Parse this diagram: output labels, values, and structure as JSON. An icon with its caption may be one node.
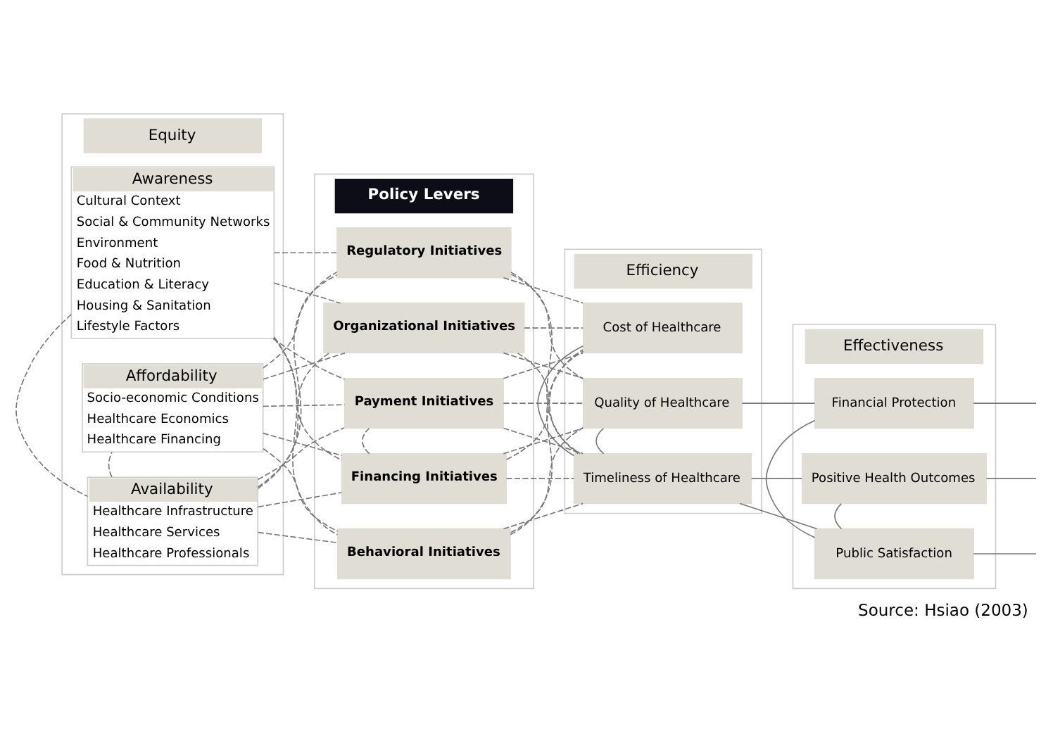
{
  "diagram": {
    "caption": "Source: Hsiao (2003)",
    "nodes": [
      {
        "text": [
          "Equity"
        ]
      },
      {
        "text": [
          "Awareness",
          "Cultural Context",
          "Social & Community Networks",
          "Environment",
          "Food & Nutrition",
          "Education & Literacy",
          "Housing & Sanitation",
          "Lifestyle Factors"
        ],
        "in": 0
      },
      {
        "text": [
          "Availability",
          "Healthcare Infrastructure",
          "Healthcare Services",
          "Healthcare Professionals"
        ],
        "in": 0
      },
      {
        "text": [
          "Affordability",
          "Socio-economic Conditions",
          "Healthcare Economics",
          "Healthcare Financing"
        ],
        "in": 0
      },
      {
        "text": [
          "Policy Levers"
        ]
      },
      {
        "text": [
          "Financing Initiatives"
        ],
        "in": 4
      },
      {
        "text": [
          "Payment Initiatives"
        ],
        "in": 4
      },
      {
        "text": [
          "Organizational Initiatives"
        ],
        "in": 4
      },
      {
        "text": [
          "Regulatory Initiatives"
        ],
        "in": 4
      },
      {
        "text": [
          "Behavioral Initiatives"
        ],
        "in": 4
      },
      {
        "text": [
          "Efficiency"
        ]
      },
      {
        "text": [
          "Cost of Healthcare"
        ],
        "in": 10
      },
      {
        "text": [
          "Timeliness of Healthcare"
        ],
        "in": 10
      },
      {
        "text": [
          "Quality of Healthcare"
        ],
        "in": 10
      },
      {
        "text": [
          "Effectiveness"
        ]
      },
      {
        "text": [
          "Positive Health Outcomes"
        ],
        "in": 14
      },
      {
        "text": [
          "Public Satisfaction"
        ],
        "in": 14
      },
      {
        "text": [
          "Financial Protection"
        ],
        "in": 14
      }
    ],
    "edges": [
      {
        "from": 1,
        "to": 2,
        "arrow": "none",
        "style": "dashed"
      },
      {
        "from": 2,
        "to": 3,
        "arrow": "none",
        "style": "dashed"
      },
      {
        "from": 1,
        "to": 5,
        "arrow": "none",
        "style": "dashed"
      },
      {
        "from": 1,
        "to": 6,
        "arrow": "none",
        "style": "dashed"
      },
      {
        "from": 1,
        "to": 7,
        "arrow": "none",
        "style": "dashed"
      },
      {
        "from": 1,
        "to": 8,
        "arrow": "none",
        "style": "dashed"
      },
      {
        "from": 1,
        "to": 9,
        "arrow": "none",
        "style": "dashed"
      },
      {
        "from": 2,
        "to": 5,
        "arrow": "none",
        "style": "dashed"
      },
      {
        "from": 2,
        "to": 6,
        "arrow": "none",
        "style": "dashed"
      },
      {
        "from": 2,
        "to": 7,
        "arrow": "none",
        "style": "dashed"
      },
      {
        "from": 2,
        "to": 8,
        "arrow": "none",
        "style": "dashed"
      },
      {
        "from": 2,
        "to": 9,
        "arrow": "none",
        "style": "dashed"
      },
      {
        "from": 3,
        "to": 5,
        "arrow": "none",
        "style": "dashed"
      },
      {
        "from": 3,
        "to": 6,
        "arrow": "none",
        "style": "dashed"
      },
      {
        "from": 3,
        "to": 7,
        "arrow": "none",
        "style": "dashed"
      },
      {
        "from": 3,
        "to": 8,
        "arrow": "none",
        "style": "dashed"
      },
      {
        "from": 3,
        "to": 9,
        "arrow": "none",
        "style": "dashed"
      },
      {
        "from": 5,
        "to": 6,
        "arrow": "none",
        "style": "dashed"
      },
      {
        "from": 5,
        "to": 11,
        "arrow": "none",
        "style": "dashed"
      },
      {
        "from": 5,
        "to": 12,
        "arrow": "none",
        "style": "dashed"
      },
      {
        "from": 5,
        "to": 13,
        "arrow": "none",
        "style": "dashed"
      },
      {
        "from": 6,
        "to": 11,
        "arrow": "none",
        "style": "dashed"
      },
      {
        "from": 6,
        "to": 12,
        "arrow": "none",
        "style": "dashed"
      },
      {
        "from": 6,
        "to": 13,
        "arrow": "none",
        "style": "dashed"
      },
      {
        "from": 7,
        "to": 11,
        "arrow": "none",
        "style": "dashed"
      },
      {
        "from": 7,
        "to": 12,
        "arrow": "none",
        "style": "dashed"
      },
      {
        "from": 7,
        "to": 13,
        "arrow": "none",
        "style": "dashed"
      },
      {
        "from": 8,
        "to": 11,
        "arrow": "none",
        "style": "dashed"
      },
      {
        "from": 8,
        "to": 12,
        "arrow": "none",
        "style": "dashed"
      },
      {
        "from": 8,
        "to": 13,
        "arrow": "none",
        "style": "dashed"
      },
      {
        "from": 9,
        "to": 11,
        "arrow": "none",
        "style": "dashed"
      },
      {
        "from": 9,
        "to": 12,
        "arrow": "none",
        "style": "dashed"
      },
      {
        "from": 9,
        "to": 13,
        "arrow": "none",
        "style": "dashed"
      },
      {
        "from": 11,
        "to": 12,
        "arrow": "none"
      },
      {
        "from": 12,
        "to": 13,
        "arrow": "none"
      },
      {
        "from": 12,
        "to": 15,
        "arrow": "none"
      },
      {
        "from": 12,
        "to": 16,
        "arrow": "none"
      },
      {
        "from": 13,
        "to": 17,
        "arrow": "none"
      },
      {
        "from": 15,
        "to": 16,
        "arrow": "none"
      },
      {
        "from": 16,
        "to": 17,
        "arrow": "none"
      },
      {
        "from": 15,
        "to": null,
        "arrow": "none"
      },
      {
        "from": 16,
        "to": null,
        "arrow": "none"
      },
      {
        "from": 17,
        "to": null,
        "arrow": "none"
      }
    ]
  }
}
